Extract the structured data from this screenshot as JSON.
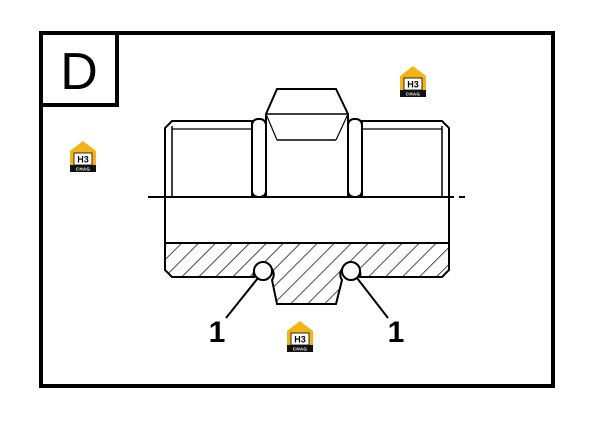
{
  "figure": {
    "panel_letter": "D",
    "callouts": [
      "1",
      "1"
    ],
    "watermark": {
      "top": "H3",
      "bottom": "CHAG"
    },
    "colors": {
      "ink": "#000000",
      "paper": "#ffffff",
      "logo_gold": "#f2b417"
    }
  }
}
